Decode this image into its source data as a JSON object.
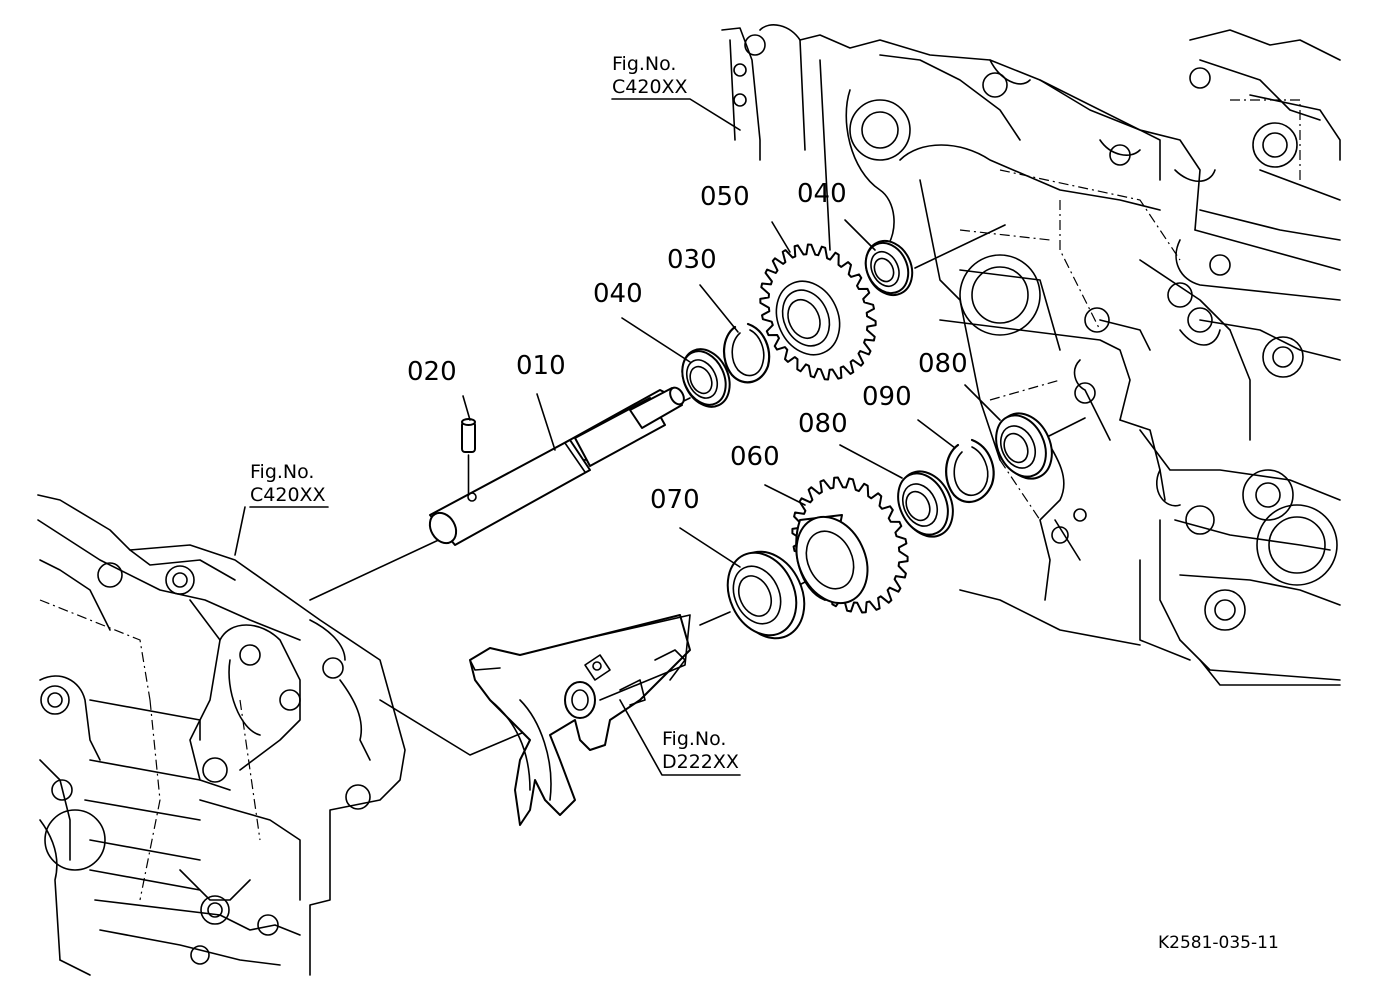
{
  "parts": [
    {
      "id": "p010",
      "label": "010"
    },
    {
      "id": "p020",
      "label": "020"
    },
    {
      "id": "p030",
      "label": "030"
    },
    {
      "id": "p040a",
      "label": "040"
    },
    {
      "id": "p040b",
      "label": "040"
    },
    {
      "id": "p050",
      "label": "050"
    },
    {
      "id": "p060",
      "label": "060"
    },
    {
      "id": "p070",
      "label": "070"
    },
    {
      "id": "p080a",
      "label": "080"
    },
    {
      "id": "p080b",
      "label": "080"
    },
    {
      "id": "p090",
      "label": "090"
    }
  ],
  "references": [
    {
      "id": "ref_top",
      "line1": "Fig.No.",
      "line2": "C420XX"
    },
    {
      "id": "ref_left",
      "line1": "Fig.No.",
      "line2": "C420XX"
    },
    {
      "id": "ref_bottom",
      "line1": "Fig.No.",
      "line2": "D222XX"
    }
  ],
  "drawing_code": "K2581-035-11"
}
